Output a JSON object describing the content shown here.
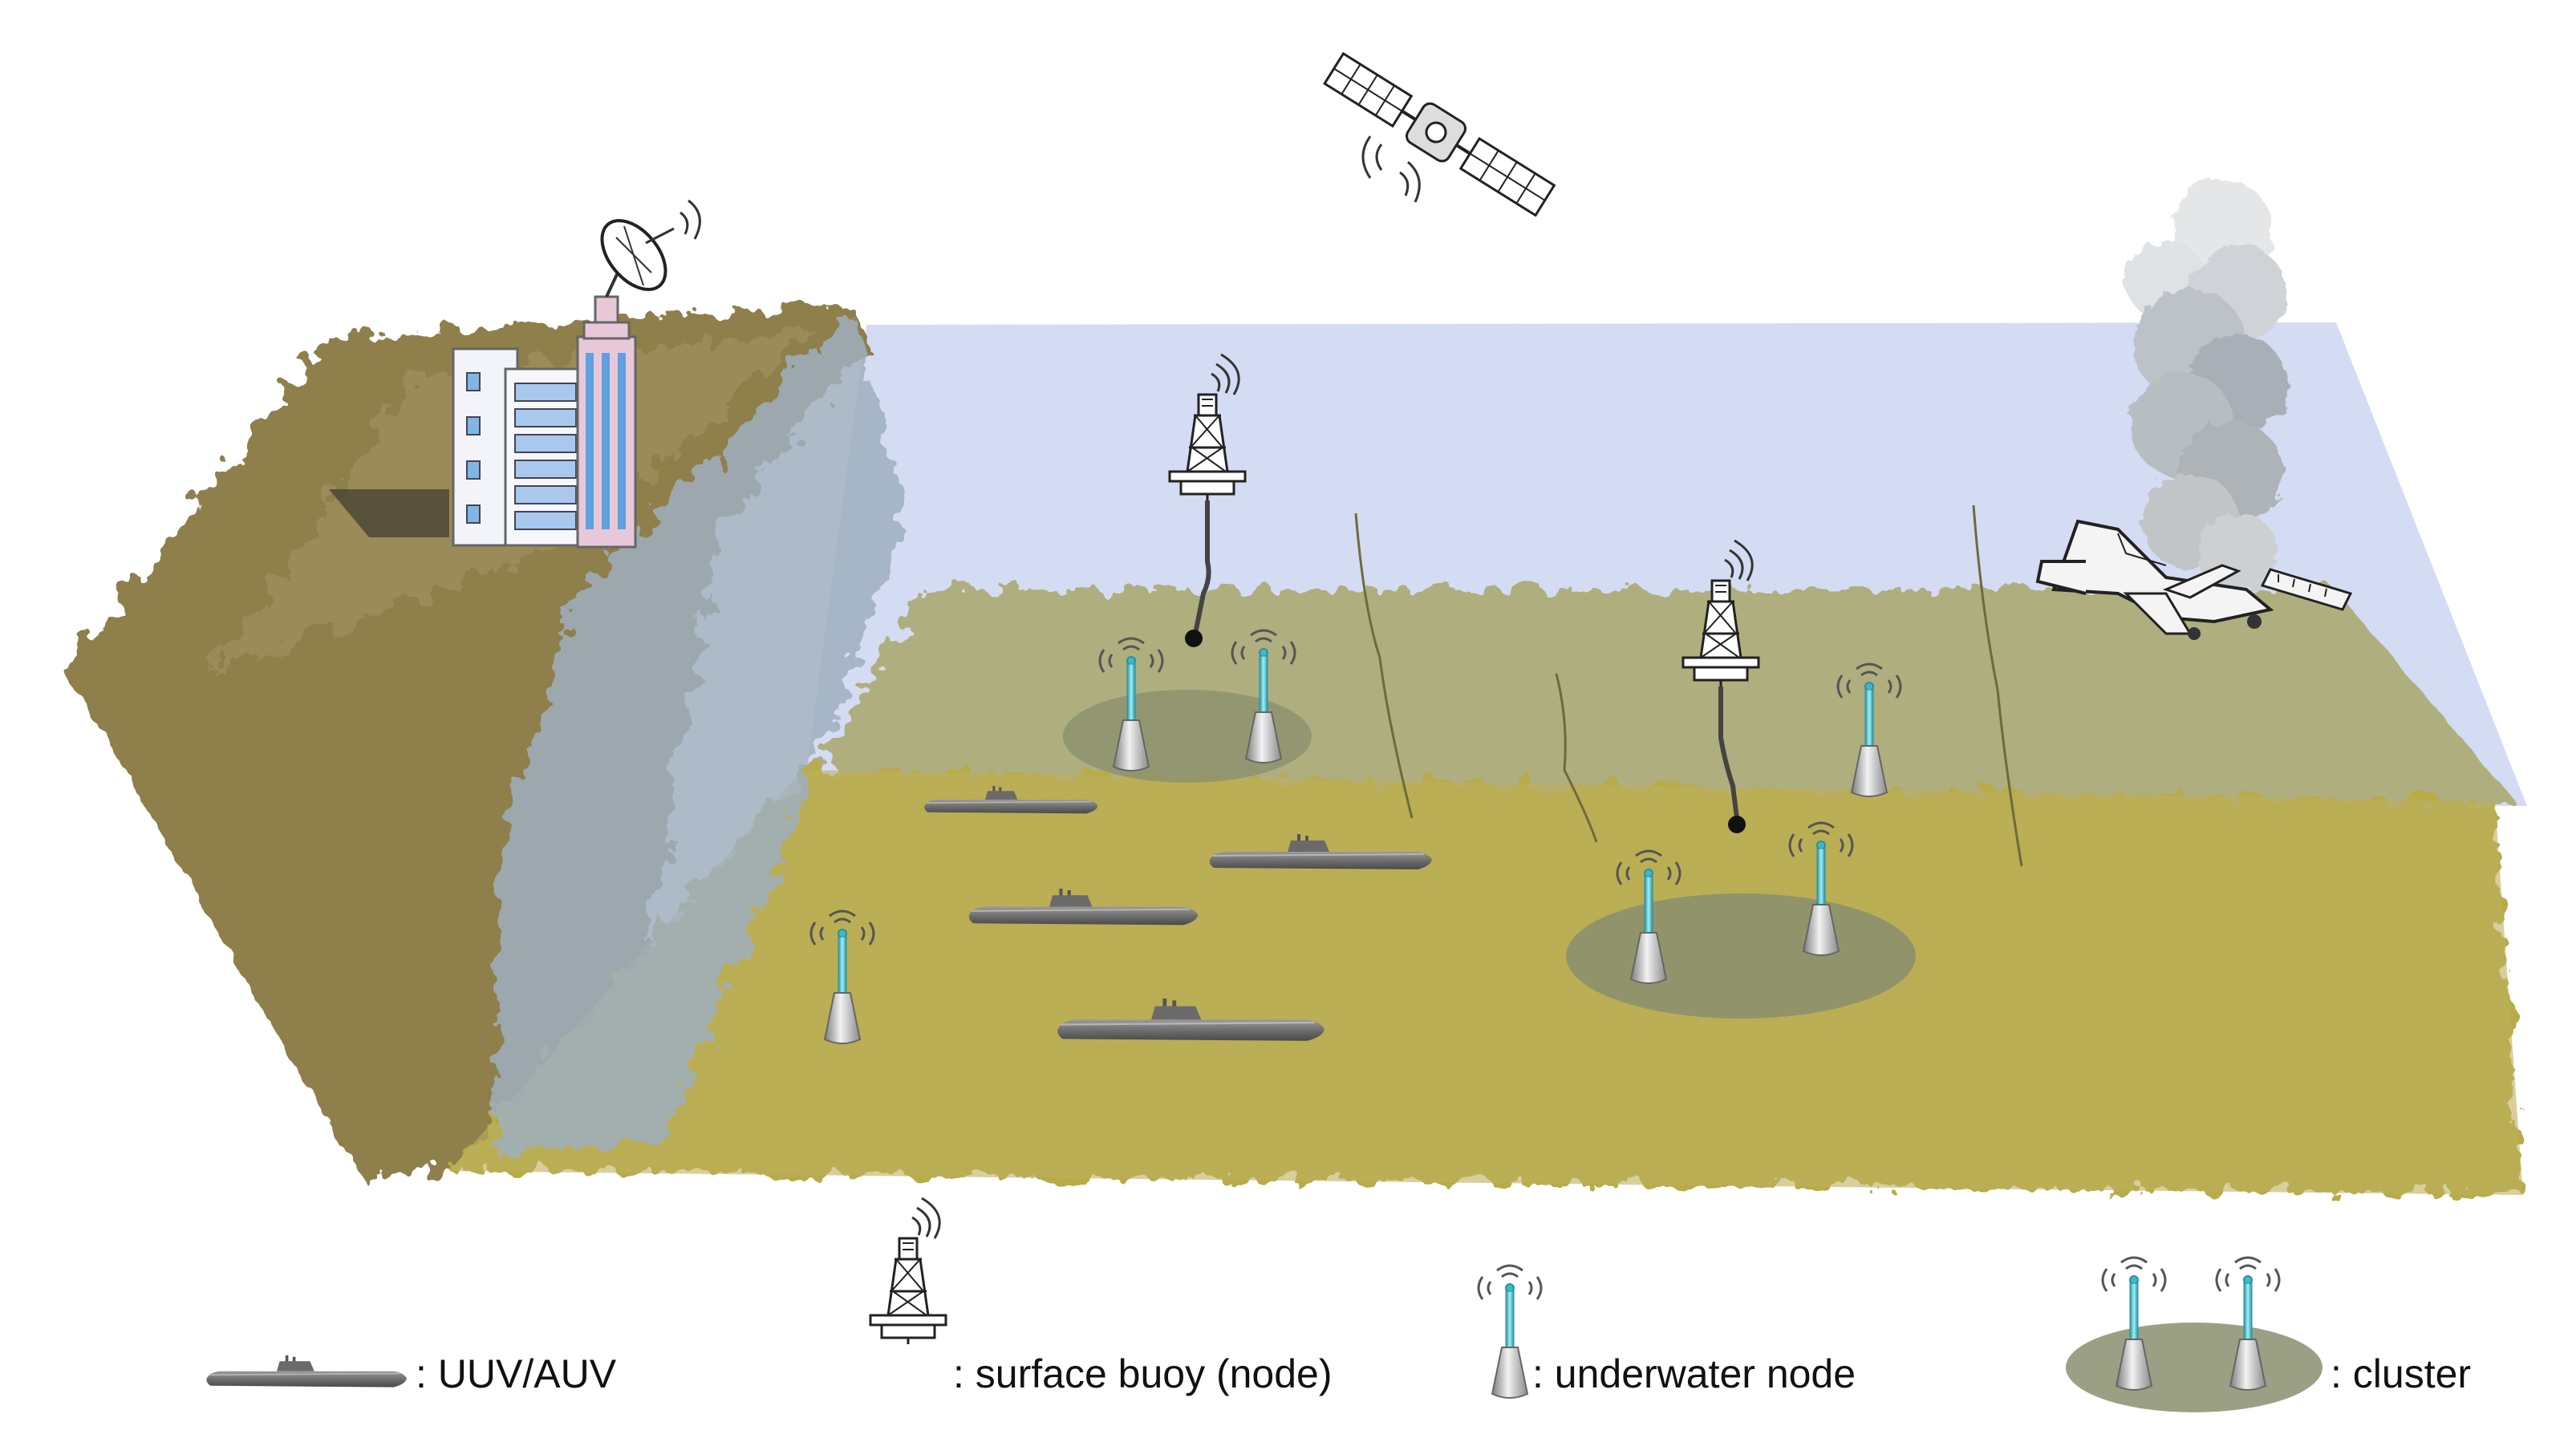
{
  "legend": {
    "uuv": {
      "label": ": UUV/AUV",
      "icon": "submarine-icon"
    },
    "buoy": {
      "label": ": surface buoy (node)",
      "icon": "surface-buoy-icon"
    },
    "node": {
      "label": ": underwater node",
      "icon": "underwater-node-icon"
    },
    "cluster": {
      "label": ": cluster",
      "icon": "cluster-icon"
    }
  },
  "colors": {
    "seabed": "#b8ab4a",
    "seabed_far": "#a9a66a",
    "sea_surface": "#c9d3f0",
    "shore": "#8e7f4c",
    "cliff": "#9fb0bf",
    "submarine": "#7a7a7a",
    "cluster": "#8a8f6e",
    "node_light": "#3fb8c8",
    "smoke": "#b9bcbf"
  }
}
